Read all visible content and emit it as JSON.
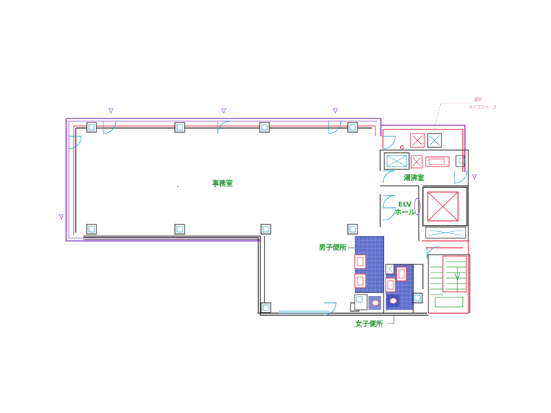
{
  "rooms": {
    "office": "事務室",
    "kitchen": "湯沸室",
    "elv_line1": "ELV",
    "elv_line2": "ホール",
    "mens_toilet": "男子便所",
    "womens_toilet": "女子便所"
  },
  "annotations": {
    "pipe_line1": "通気",
    "pipe_line2": "パイプスペース"
  },
  "colors": {
    "wall_outer": "#9b4fc9",
    "wall_red": "#e0324a",
    "wall_black": "#222222",
    "door_cyan": "#1fa8c8",
    "label_green": "#1a9a2a",
    "tile_blue": "#2a3fb8"
  }
}
